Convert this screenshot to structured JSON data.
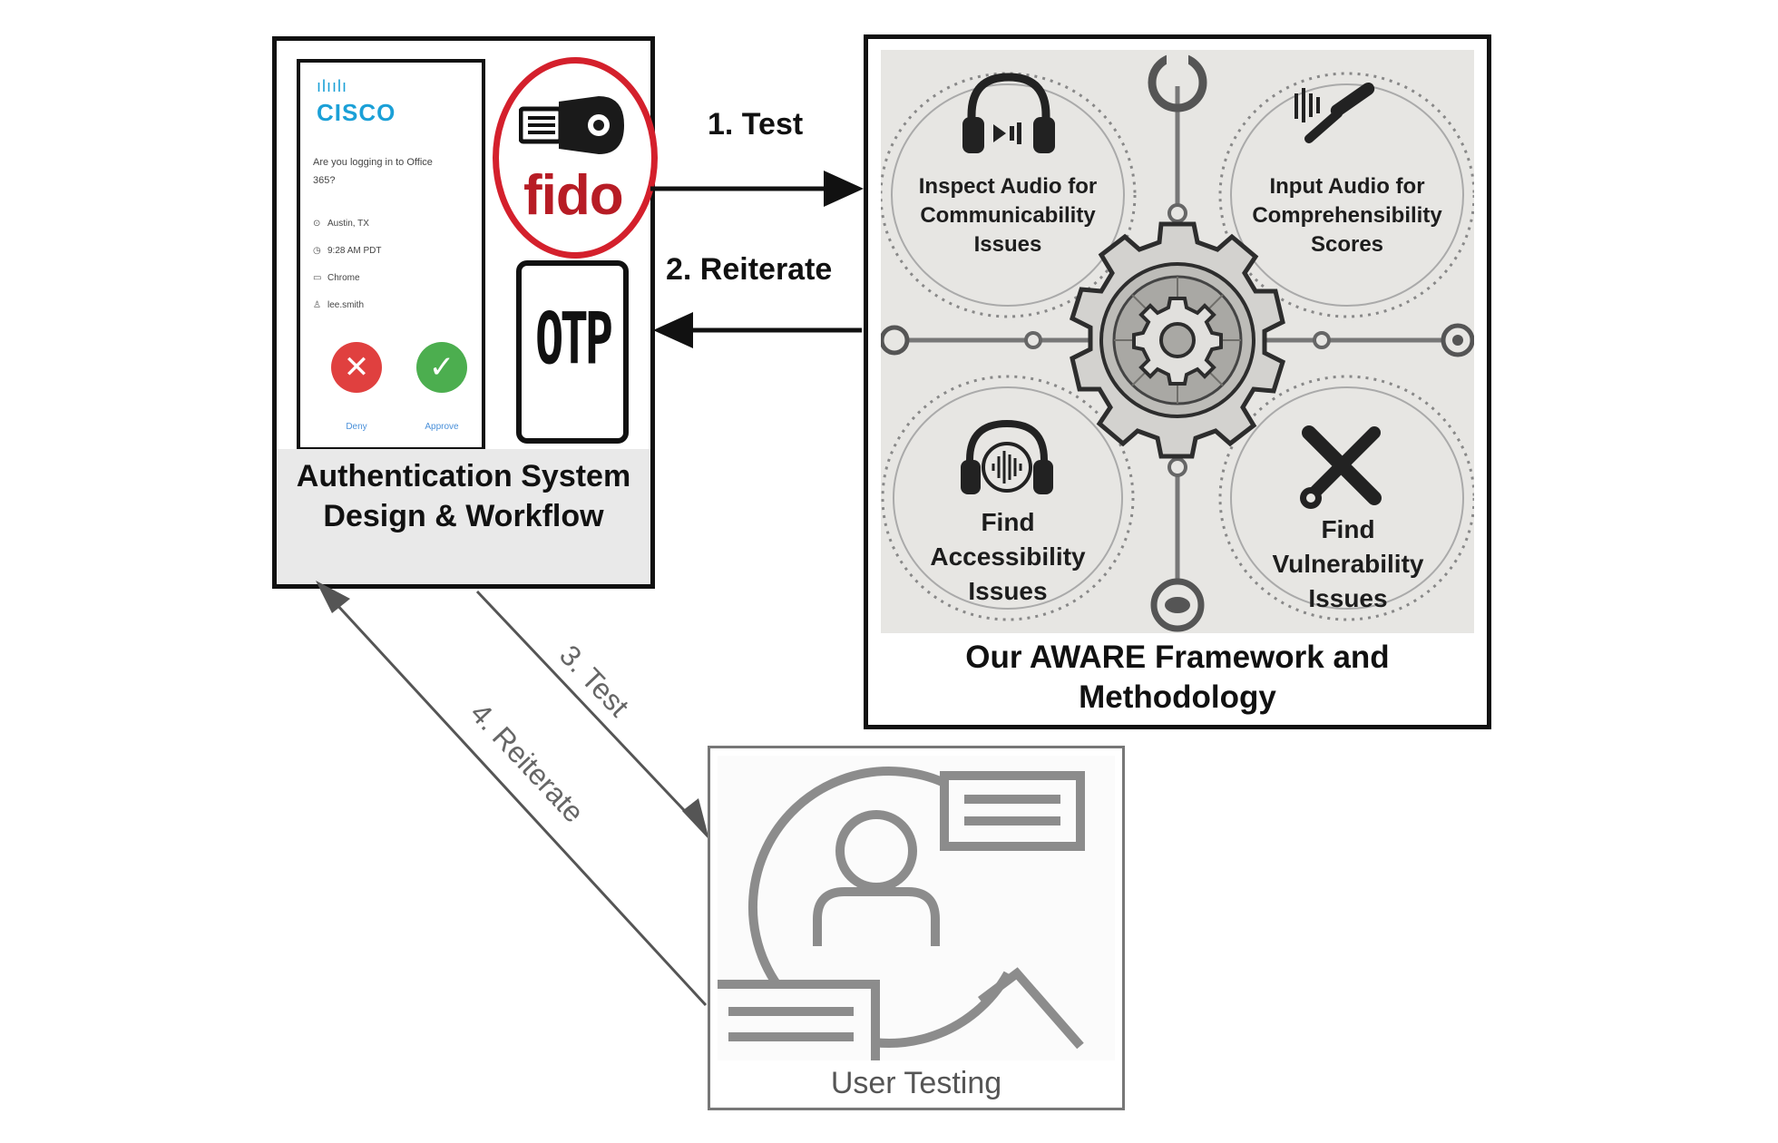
{
  "auth": {
    "cisco_bars": "ılıılı",
    "cisco_logo": "CISCO",
    "prompt": "Are you logging in to Office 365?",
    "rows": [
      {
        "icon": "location-pin-icon",
        "glyph": "⊙",
        "text": "Austin, TX"
      },
      {
        "icon": "clock-icon",
        "glyph": "◷",
        "text": "9:28 AM PDT"
      },
      {
        "icon": "monitor-icon",
        "glyph": "▭",
        "text": "Chrome"
      },
      {
        "icon": "person-icon",
        "glyph": "♙",
        "text": "lee.smith"
      }
    ],
    "deny_label": "Deny",
    "approve_label": "Approve",
    "fido_text": "fido",
    "otp_text": "OTP",
    "title": "Authentication System Design & Workflow"
  },
  "arrows": {
    "a1": "1. Test",
    "a2": "2. Reiterate",
    "a3": "3. Test",
    "a4": "4. Reiterate"
  },
  "aware": {
    "c1": "Inspect Audio for Communicability Issues",
    "c2": "Input Audio for Comprehensibility Scores",
    "c3": "Find Accessibility Issues",
    "c4": "Find Vulnerability Issues",
    "title": "Our AWARE Framework and Methodology"
  },
  "user": {
    "caption": "User Testing"
  },
  "colors": {
    "fido_red": "#d4202c",
    "deny_red": "#e0403f",
    "approve_green": "#4cae4f",
    "cisco_blue": "#1ba0d7"
  }
}
